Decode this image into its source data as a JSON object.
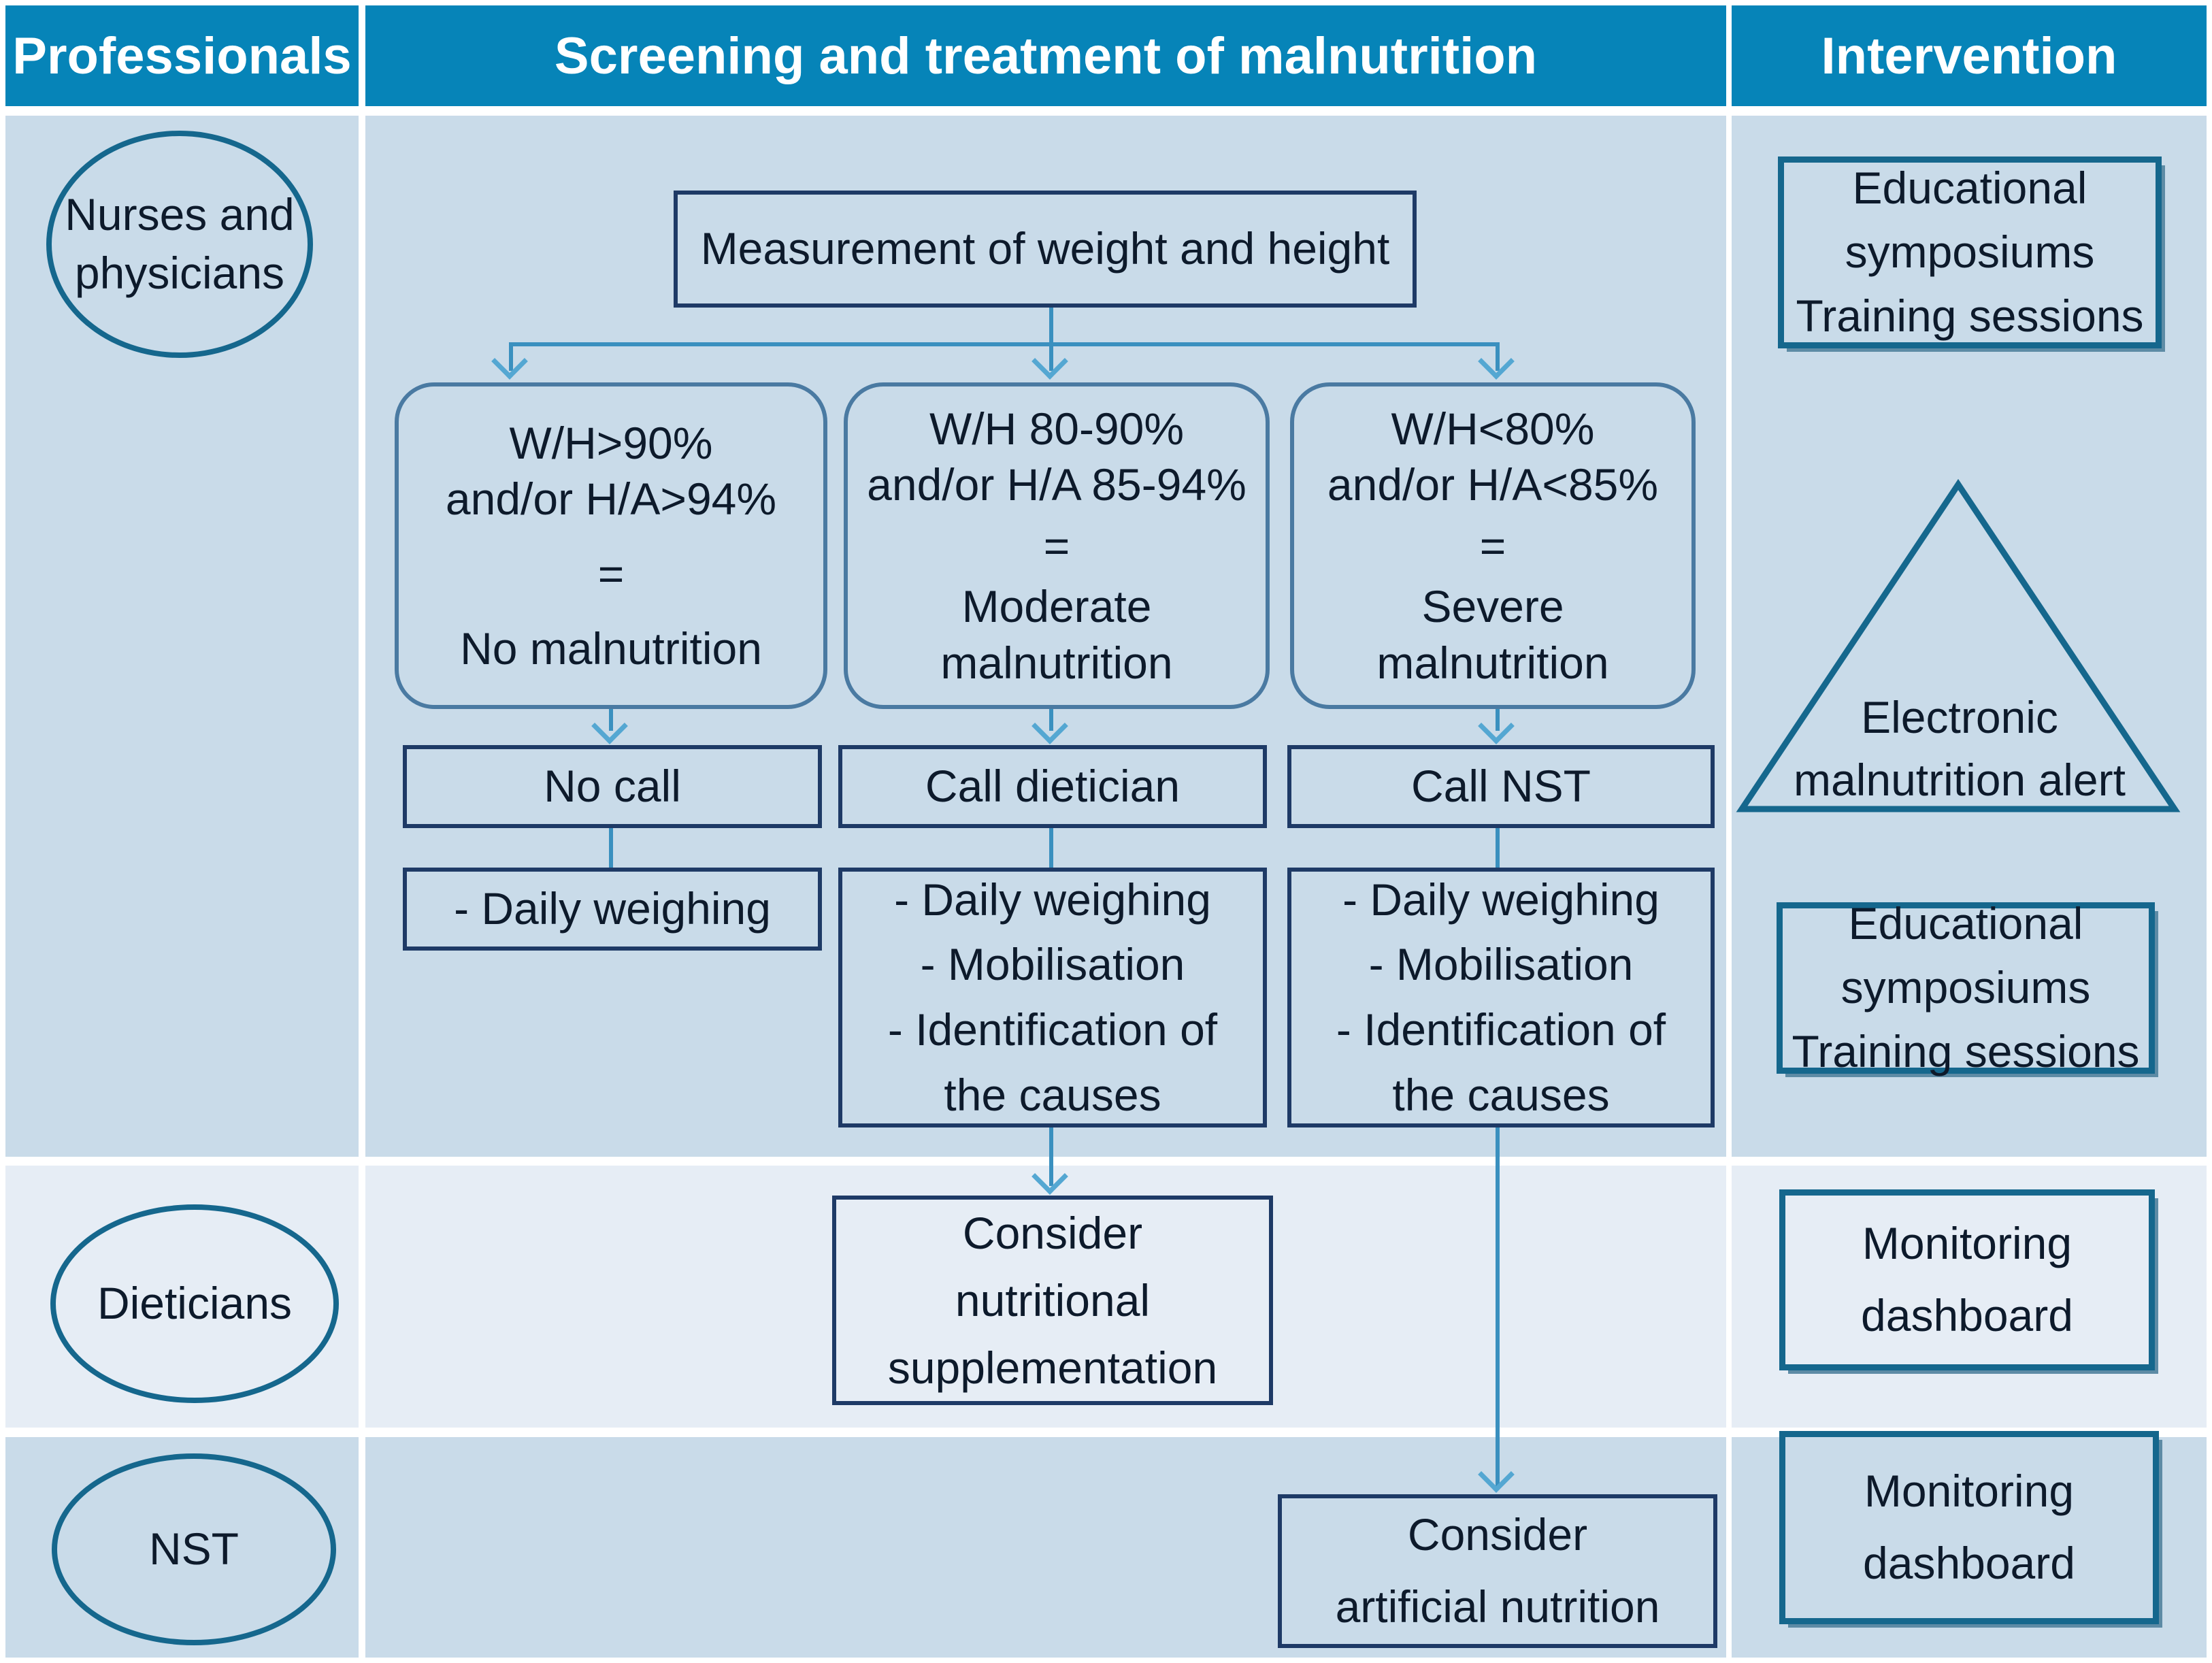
{
  "header": {
    "col1": "Professionals",
    "col2": "Screening and treatment of malnutrition",
    "col3": "Intervention"
  },
  "professionals": {
    "nurses": "Nurses and\nphysicians",
    "dieticians": "Dieticians",
    "nst": "NST"
  },
  "flow": {
    "measurement": "Measurement of weight and height",
    "branches": [
      {
        "classification": "W/H>90%\nand/or H/A>94%",
        "equals": "=",
        "diagnosis": "No malnutrition",
        "call": "No call",
        "actions": "- Daily weighing"
      },
      {
        "classification": "W/H 80-90%\nand/or H/A 85-94%",
        "equals": "=",
        "diagnosis": "Moderate\nmalnutrition",
        "call": "Call dietician",
        "actions": "- Daily weighing\n- Mobilisation\n- Identification of\nthe causes",
        "consider": "Consider\nnutritional\nsupplementation"
      },
      {
        "classification": "W/H<80%\nand/or H/A<85%",
        "equals": "=",
        "diagnosis": "Severe\nmalnutrition",
        "call": "Call NST",
        "actions": "- Daily weighing\n- Mobilisation\n- Identification of\nthe causes",
        "consider": "Consider\nartificial nutrition"
      }
    ]
  },
  "interventions": {
    "educational_top": "Educational\nsymposiums\nTraining sessions",
    "alert": "Electronic\nmalnutrition alert",
    "educational_bottom": "Educational\nsymposiums\nTraining sessions",
    "monitoring_dieticians": "Monitoring\ndashboard",
    "monitoring_nst": "Monitoring\ndashboard"
  },
  "colors": {
    "header-bg": "#0684b8",
    "row-bg": "#c9dbe9",
    "row-alt-bg": "#e6edf5",
    "navy": "#1e3a66",
    "steel": "#4a7aa2",
    "teal": "#15678d",
    "line": "#3a90bf",
    "arrow": "#54a7d2",
    "ink": "#0d1a2b",
    "header-ink": "#ffffff"
  }
}
